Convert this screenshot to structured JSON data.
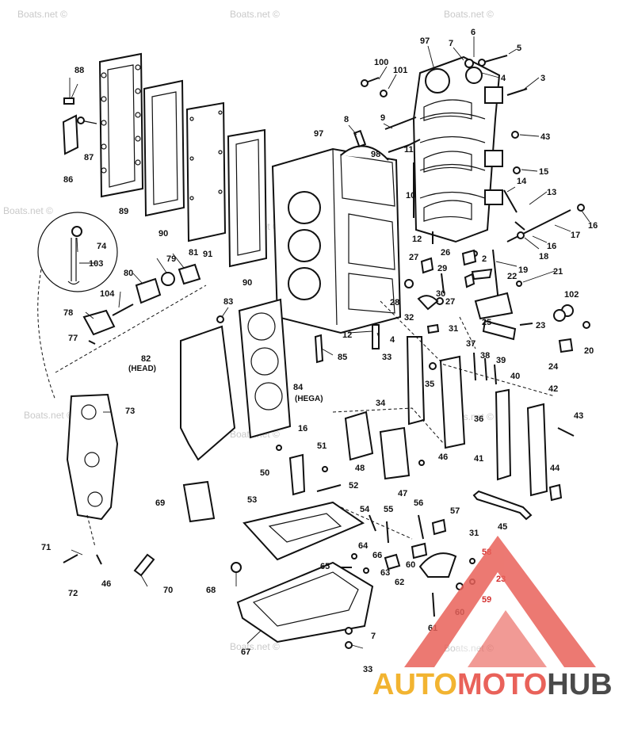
{
  "watermark": "Boats.net ©",
  "labels": {
    "head": "(HEAD)",
    "hega": "(HEGA)"
  },
  "part_numbers": {
    "n2": "2",
    "n3": "3",
    "n4": "4",
    "n5": "5",
    "n6": "6",
    "n7": "7",
    "n8": "8",
    "n9": "9",
    "n10": "10",
    "n11": "11",
    "n12": "12",
    "n13": "13",
    "n14": "14",
    "n15": "15",
    "n16": "16",
    "n17": "17",
    "n18": "18",
    "n19": "19",
    "n20": "20",
    "n21": "21",
    "n22": "22",
    "n23": "23",
    "n24": "24",
    "n25": "25",
    "n26": "26",
    "n27": "27",
    "n28": "28",
    "n29": "29",
    "n30": "30",
    "n31": "31",
    "n32": "32",
    "n33": "33",
    "n34": "34",
    "n35": "35",
    "n36": "36",
    "n37": "37",
    "n38": "38",
    "n39": "39",
    "n40": "40",
    "n41": "41",
    "n42": "42",
    "n43": "43",
    "n44": "44",
    "n45": "45",
    "n46": "46",
    "n47": "47",
    "n48": "48",
    "n50": "50",
    "n51": "51",
    "n52": "52",
    "n53": "53",
    "n54": "54",
    "n55": "55",
    "n56": "56",
    "n57": "57",
    "n58": "58",
    "n59": "59",
    "n60": "60",
    "n61": "61",
    "n62": "62",
    "n63": "63",
    "n64": "64",
    "n65": "65",
    "n66": "66",
    "n67": "67",
    "n68": "68",
    "n69": "69",
    "n70": "70",
    "n71": "71",
    "n72": "72",
    "n73": "73",
    "n74": "74",
    "n77": "77",
    "n78": "78",
    "n79": "79",
    "n80": "80",
    "n81": "81",
    "n82": "82",
    "n83": "83",
    "n84": "84",
    "n85": "85",
    "n86": "86",
    "n87": "87",
    "n88": "88",
    "n89": "89",
    "n90": "90",
    "n91": "91",
    "n97": "97",
    "n98": "98",
    "n100": "100",
    "n101": "101",
    "n102": "102",
    "n103": "103",
    "n104": "104"
  },
  "logo": {
    "part1": "AUTO",
    "part2": "MOTO",
    "part3": "HUB",
    "colors": {
      "auto": "#f2b431",
      "moto": "#e9625a",
      "hub": "#4a4a4a",
      "triangle": "#e9625a"
    }
  }
}
